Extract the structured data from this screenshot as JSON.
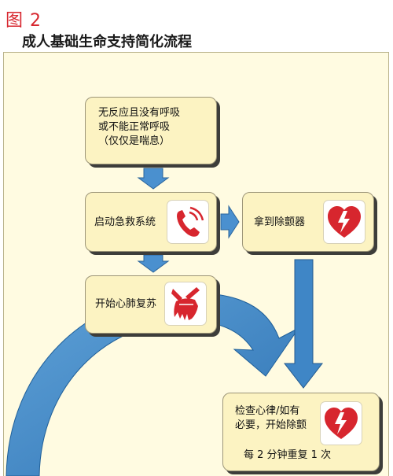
{
  "figure": {
    "label": "图 2",
    "title": "成人基础生命支持简化流程"
  },
  "steps": {
    "no_response": "无反应且没有呼吸\n或不能正常呼吸\n（仅仅是喘息）",
    "activate_ems": "启动急救系统",
    "get_aed": "拿到除颤器",
    "start_cpr": "开始心肺复苏",
    "check_rhythm": "检查心律/如有\n必要，开始除颤",
    "repeat_note": "每 2 分钟重复 1 次"
  },
  "icons": {
    "phone": "phone-icon",
    "heart_bolt": "heart-lightning-icon",
    "hands": "compression-hands-icon"
  },
  "colors": {
    "accent_red": "#d7262e",
    "arrow_blue": "#3f86c6",
    "box_fill": "#fcf3c2",
    "panel_fill": "#fffbe1"
  }
}
